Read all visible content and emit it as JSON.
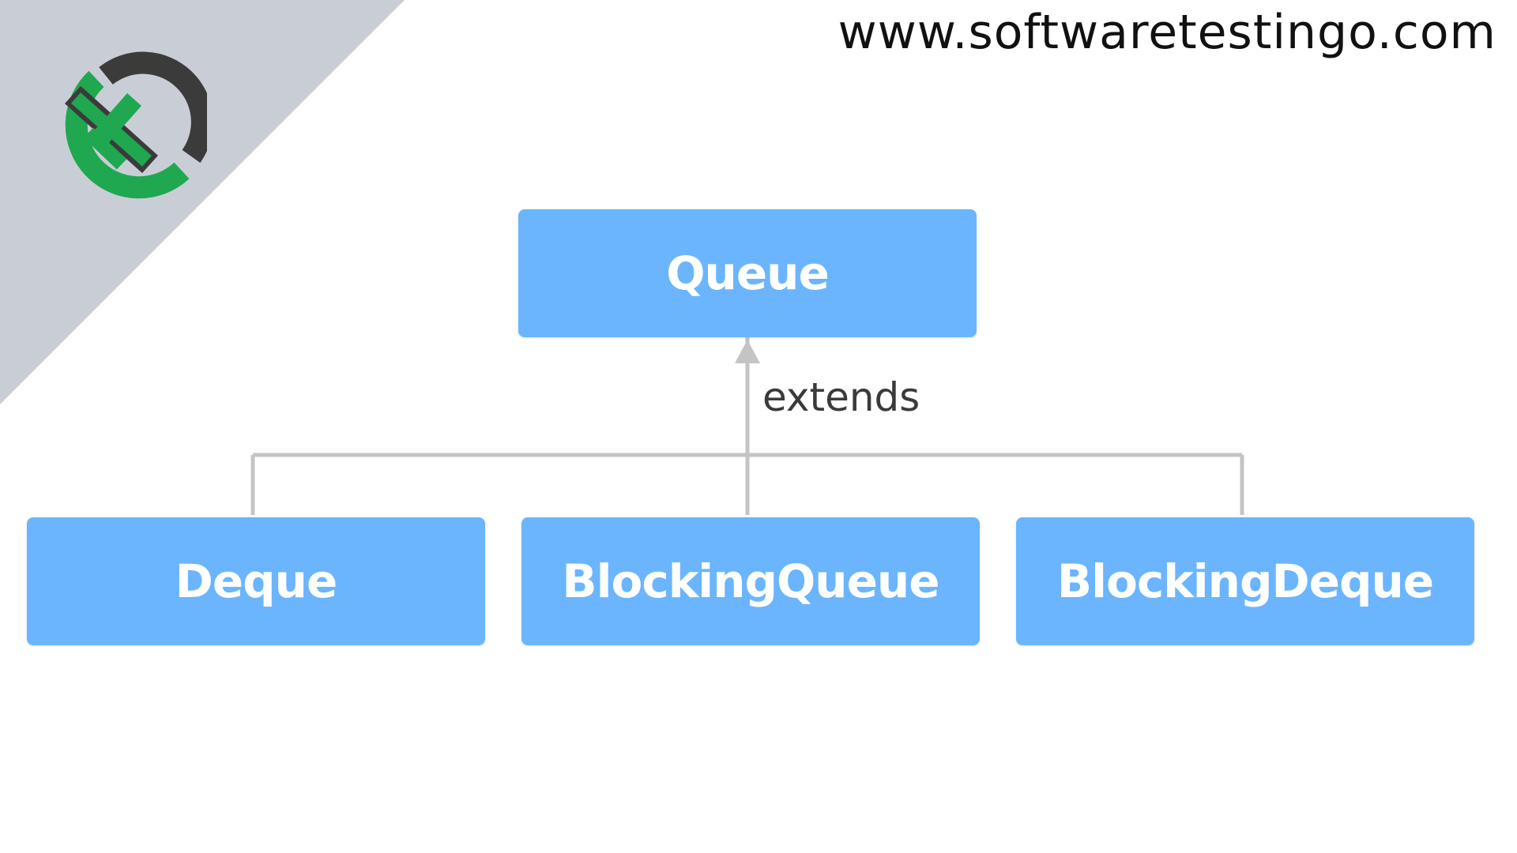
{
  "header": {
    "site_url": "www.softwaretestingo.com"
  },
  "logo": {
    "icon": "softwaretestingo-logo",
    "colors": {
      "green": "#1fa84f",
      "dark": "#3b3b3b"
    }
  },
  "diagram": {
    "parent": {
      "label": "Queue"
    },
    "relation_label": "extends",
    "children": [
      {
        "label": "Deque"
      },
      {
        "label": "BlockingQueue"
      },
      {
        "label": "BlockingDeque"
      }
    ],
    "colors": {
      "node_fill": "#6bb5ff",
      "node_text": "#ffffff",
      "connector": "#c4c4c4",
      "corner_band": "#c9ced6"
    }
  }
}
